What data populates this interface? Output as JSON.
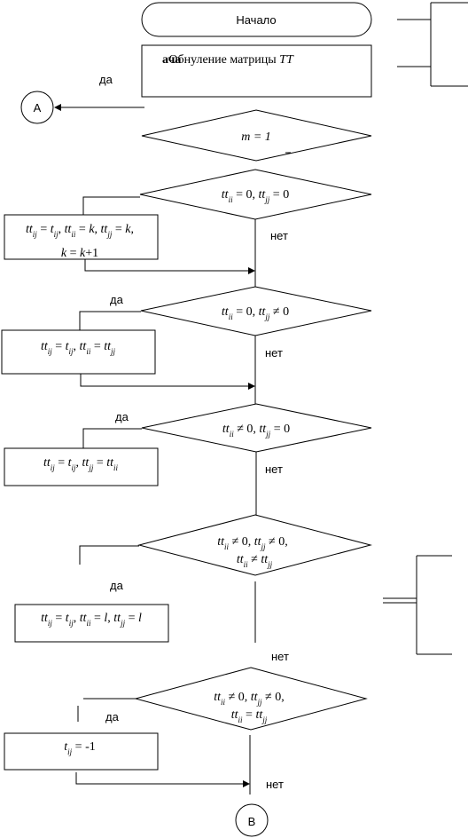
{
  "start": {
    "label": "Начало"
  },
  "zeroing": {
    "prefix": "ача",
    "bold_overlap": "Об",
    "text": "нуление матрицы ",
    "matrix": "TT"
  },
  "connectors": {
    "a": "А",
    "b": "В"
  },
  "labels": {
    "yes": "да",
    "no": "нет"
  },
  "decisions": {
    "m1": "m = 1",
    "d1": "tt_ii = 0, tt_jj = 0",
    "d2": "tt_ii = 0, tt_jj ≠ 0",
    "d3": "tt_ii ≠ 0, tt_jj = 0",
    "d4_l1": "tt_ii ≠ 0, tt_jj ≠ 0,",
    "d4_l2": "tt_ii ≠ tt_jj",
    "d5_l1": "tt_ii ≠ 0, tt_jj ≠ 0,",
    "d5_l2": "tt_ii = tt_jj"
  },
  "processes": {
    "p1_l1": "tt_ij = t_ij, tt_ii = k, tt_jj = k,",
    "p1_l2": "k = k+1",
    "p2": "tt_ij = t_ij, tt_ii = tt_jj",
    "p3": "tt_ij = t_ij, tt_jj = tt_ii",
    "p4": "tt_ij = t_ij, tt_ii = l, tt_jj = l",
    "p5": "t_ij = -1"
  }
}
